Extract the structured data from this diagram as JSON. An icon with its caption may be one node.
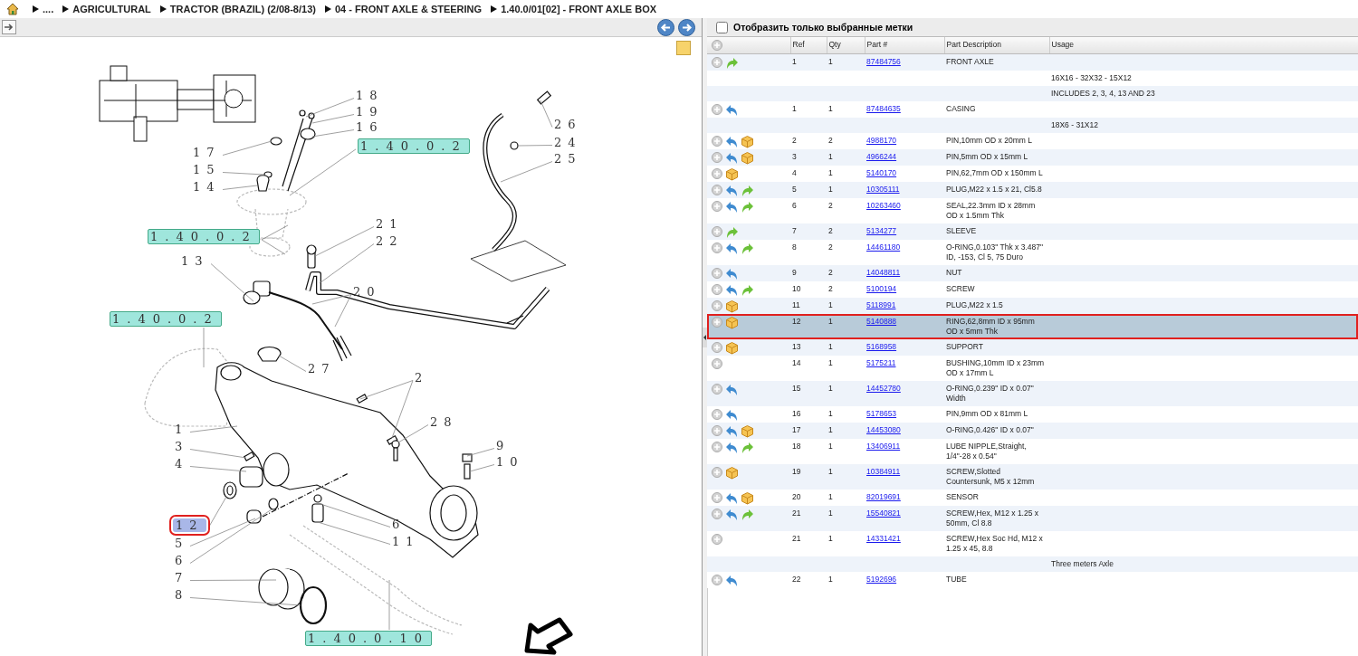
{
  "diagram": {
    "nodes": [
      {
        "text": [
          "18"
        ]
      },
      {
        "text": [
          "19"
        ]
      },
      {
        "text": [
          "16"
        ]
      },
      {
        "text": [
          "1.40.0.2"
        ]
      },
      {
        "text": [
          "17"
        ]
      },
      {
        "text": [
          "15"
        ]
      },
      {
        "text": [
          "14"
        ]
      },
      {
        "text": [
          "26"
        ]
      },
      {
        "text": [
          "24"
        ]
      },
      {
        "text": [
          "25"
        ]
      },
      {
        "text": [
          "1.40.0.2"
        ]
      },
      {
        "text": [
          "21"
        ]
      },
      {
        "text": [
          "22"
        ]
      },
      {
        "text": [
          "13"
        ]
      },
      {
        "text": [
          "20"
        ]
      },
      {
        "text": [
          "1.40.0.2"
        ]
      },
      {
        "text": [
          "27"
        ]
      },
      {
        "text": [
          "2"
        ]
      },
      {
        "text": [
          "28"
        ]
      },
      {
        "text": [
          "1"
        ]
      },
      {
        "text": [
          "3"
        ]
      },
      {
        "text": [
          "9"
        ]
      },
      {
        "text": [
          "10"
        ]
      },
      {
        "text": [
          "4"
        ]
      },
      {
        "text": [
          "12"
        ]
      },
      {
        "text": [
          "5"
        ]
      },
      {
        "text": [
          "6"
        ]
      },
      {
        "text": [
          "6"
        ]
      },
      {
        "text": [
          "11"
        ]
      },
      {
        "text": [
          "7"
        ]
      },
      {
        "text": [
          "8"
        ]
      },
      {
        "text": [
          "1.40.0.10"
        ]
      }
    ],
    "edges": [
      {
        "from": 0,
        "to": null,
        "arrow": "none"
      },
      {
        "from": 1,
        "to": null,
        "arrow": "none"
      },
      {
        "from": 2,
        "to": null,
        "arrow": "none"
      },
      {
        "from": 3,
        "to": null,
        "arrow": "none"
      },
      {
        "from": 4,
        "to": null,
        "arrow": "none"
      },
      {
        "from": 5,
        "to": null,
        "arrow": "none"
      },
      {
        "from": 6,
        "to": null,
        "arrow": "none"
      },
      {
        "from": 7,
        "to": null,
        "arrow": "none"
      },
      {
        "from": 8,
        "to": null,
        "arrow": "none"
      },
      {
        "from": 9,
        "to": null,
        "arrow": "none"
      },
      {
        "from": 10,
        "to": null,
        "arrow": "none"
      },
      {
        "from": 10,
        "to": null,
        "arrow": "none"
      },
      {
        "from": 11,
        "to": null,
        "arrow": "none"
      },
      {
        "from": 12,
        "to": null,
        "arrow": "none"
      },
      {
        "from": 13,
        "to": null,
        "arrow": "none"
      },
      {
        "from": 14,
        "to": null,
        "arrow": "none"
      },
      {
        "from": 14,
        "to": null,
        "arrow": "none"
      },
      {
        "from": 15,
        "to": null,
        "arrow": "none"
      },
      {
        "from": 16,
        "to": null,
        "arrow": "none"
      },
      {
        "from": 17,
        "to": null,
        "arrow": "none"
      },
      {
        "from": 17,
        "to": null,
        "arrow": "none"
      },
      {
        "from": 18,
        "to": null,
        "arrow": "none"
      },
      {
        "from": 19,
        "to": null,
        "arrow": "none"
      },
      {
        "from": 20,
        "to": null,
        "arrow": "none"
      },
      {
        "from": 21,
        "to": null,
        "arrow": "none"
      },
      {
        "from": 22,
        "to": null,
        "arrow": "none"
      },
      {
        "from": 23,
        "to": null,
        "arrow": "none"
      },
      {
        "from": 24,
        "to": null,
        "arrow": "none"
      },
      {
        "from": 25,
        "to": null,
        "arrow": "none"
      },
      {
        "from": 26,
        "to": null,
        "arrow": "none"
      },
      {
        "from": 27,
        "to": null,
        "arrow": "none"
      },
      {
        "from": 28,
        "to": null,
        "arrow": "none"
      },
      {
        "from": 29,
        "to": null,
        "arrow": "none"
      },
      {
        "from": 30,
        "to": null,
        "arrow": "none"
      },
      {
        "from": 31,
        "to": null,
        "arrow": "none"
      }
    ],
    "labels": [
      "....",
      "AGRICULTURAL",
      "TRACTOR (BRAZIL) (2/08-8/13)",
      "04 - FRONT AXLE & STEERING",
      "1.40.0/01[02] - FRONT AXLE BOX",
      "Отобразить только выбранные метки",
      "Ref",
      "Qty",
      "Part #",
      "Part Description",
      "Usage",
      "1",
      "1",
      "87484756",
      "FRONT AXLE",
      "16X16 - 32X32 - 15X12",
      "INCLUDES 2, 3, 4, 13 AND 23",
      "1",
      "1",
      "87484635",
      "CASING",
      "18X6 - 31X12",
      "2",
      "2",
      "4988170",
      "PIN,10mm OD x 20mm L",
      "3",
      "1",
      "4966244",
      "PIN,5mm OD x 15mm L",
      "4",
      "1",
      "5140170",
      "PIN,62,7mm OD x 150mm L",
      "5",
      "1",
      "10305111",
      "PLUG,M22 x 1.5 x 21, Cl5.8",
      "6",
      "2",
      "10263460",
      "SEAL,22.3mm ID x 28mm OD x 1.5mm Thk",
      "7",
      "2",
      "5134277",
      "SLEEVE",
      "8",
      "2",
      "14461180",
      "O-RING,0.103\" Thk x 3.487\" ID, -153, Cl 5, 75 Duro",
      "9",
      "2",
      "14048811",
      "NUT",
      "10",
      "2",
      "5100194",
      "SCREW",
      "11",
      "1",
      "5118991",
      "PLUG,M22 x 1.5",
      "12",
      "1",
      "5140888",
      "RING,62,8mm ID x 95mm OD x 5mm Thk",
      "13",
      "1",
      "5168958",
      "SUPPORT",
      "14",
      "1",
      "5175211",
      "BUSHING,10mm ID x 23mm OD x 17mm L",
      "15",
      "1",
      "14452780",
      "O-RING,0.239\" ID x 0.07\" Width",
      "16",
      "1",
      "5178653",
      "PIN,9mm OD x 81mm L",
      "17",
      "1",
      "14453080",
      "O-RING,0.426\" ID x 0.07\"",
      "18",
      "1",
      "13406911",
      "LUBE NIPPLE,Straight, 1/4\"-28 x 0.54\"",
      "19",
      "1",
      "10384911",
      "SCREW,Slotted Countersunk, M5 x 12mm",
      "20",
      "1",
      "82019691",
      "SENSOR",
      "21",
      "1",
      "15540821",
      "SCREW,Hex, M12 x 1.25 x 50mm, Cl 8.8",
      "21",
      "1",
      "14331421",
      "SCREW,Hex Soc Hd, M12 x 1.25 x 45, 8.8",
      "Three meters Axle",
      "22",
      "1",
      "5192696",
      "TUBE"
    ]
  }
}
